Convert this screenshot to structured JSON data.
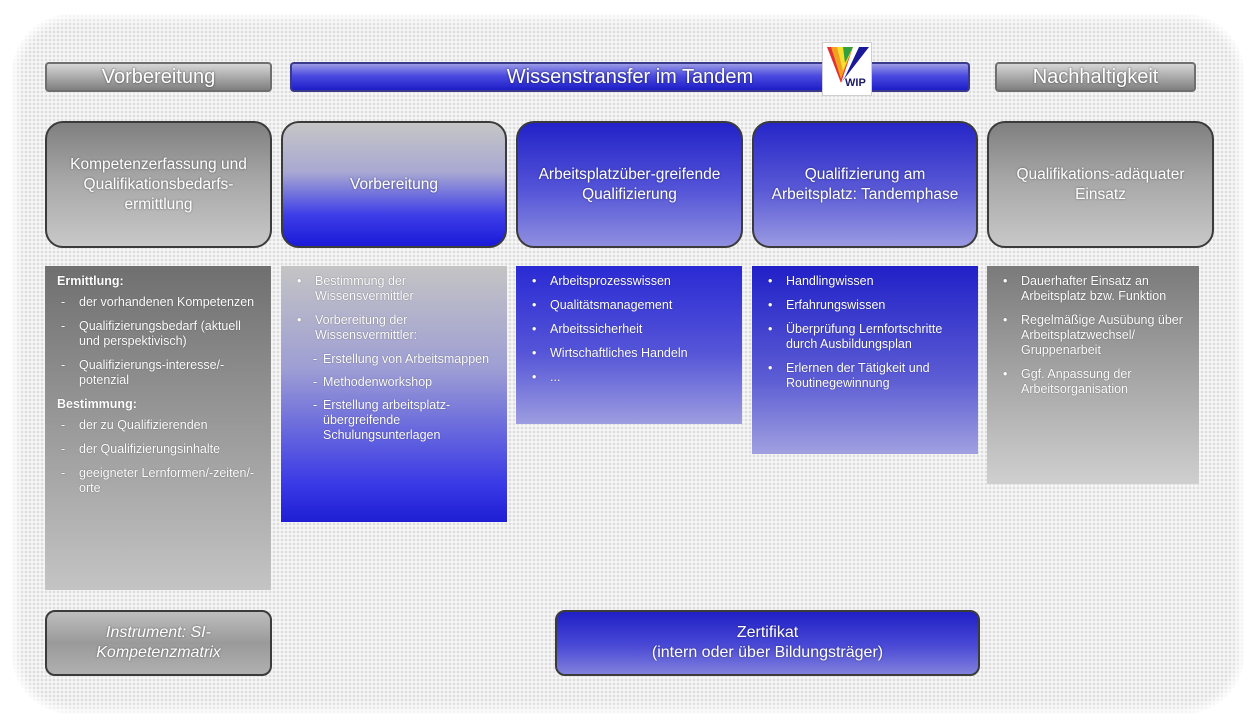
{
  "headers": {
    "left": "Vorbereitung",
    "center": "Wissenstransfer im Tandem",
    "right": "Nachhaltigkeit"
  },
  "logo": {
    "text": "WIP",
    "icon": "wip-logo-icon"
  },
  "phases": [
    "Kompetenzerfassung und Qualifikationsbedarfs-ermittlung",
    "Vorbereitung",
    "Arbeitsplatzüber-greifende Qualifizierung",
    "Qualifizierung am Arbeitsplatz: Tandemphase",
    "Qualifikations-adäquater Einsatz"
  ],
  "details": {
    "col1": {
      "heading1": "Ermittlung:",
      "items1": [
        "der vorhandenen Kompetenzen",
        "Qualifizierungsbedarf (aktuell und perspektivisch)",
        "Qualifizierungs-interesse/-potenzial"
      ],
      "heading2": "Bestimmung:",
      "items2": [
        "der zu Qualifizierenden",
        "der Qualifizierungsinhalte",
        "geeigneter Lernformen/-zeiten/-orte"
      ]
    },
    "col2": {
      "items": [
        "Bestimmung der Wissensvermittler",
        "Vorbereitung der Wissensvermittler:"
      ],
      "subitems": [
        "Erstellung von Arbeitsmappen",
        "Methodenworkshop",
        "Erstellung arbeitsplatz-übergreifende Schulungsunterlagen"
      ]
    },
    "col3": {
      "items": [
        "Arbeitsprozesswissen",
        "Qualitätsmanagement",
        "Arbeitssicherheit",
        "Wirtschaftliches Handeln",
        "..."
      ]
    },
    "col4": {
      "items": [
        "Handlingwissen",
        "Erfahrungswissen",
        "Überprüfung Lernfortschritte durch Ausbildungsplan",
        "Erlernen der Tätigkeit und Routinegewinnung"
      ]
    },
    "col5": {
      "items": [
        "Dauerhafter Einsatz an Arbeitsplatz bzw. Funktion",
        "Regelmäßige Ausübung über Arbeitsplatzwechsel/ Gruppenarbeit",
        "Ggf. Anpassung der Arbeitsorganisation"
      ]
    }
  },
  "bottom": {
    "instrument": "Instrument: SI-Kompetenzmatrix",
    "certificate_line1": "Zertifikat",
    "certificate_line2": "(intern oder über Bildungsträger)"
  },
  "colors": {
    "blue_dark": "#1d1dc8",
    "blue_light": "#9a9ae6",
    "gray_dark": "#6f6f6f",
    "gray_light": "#d6d6d6"
  }
}
